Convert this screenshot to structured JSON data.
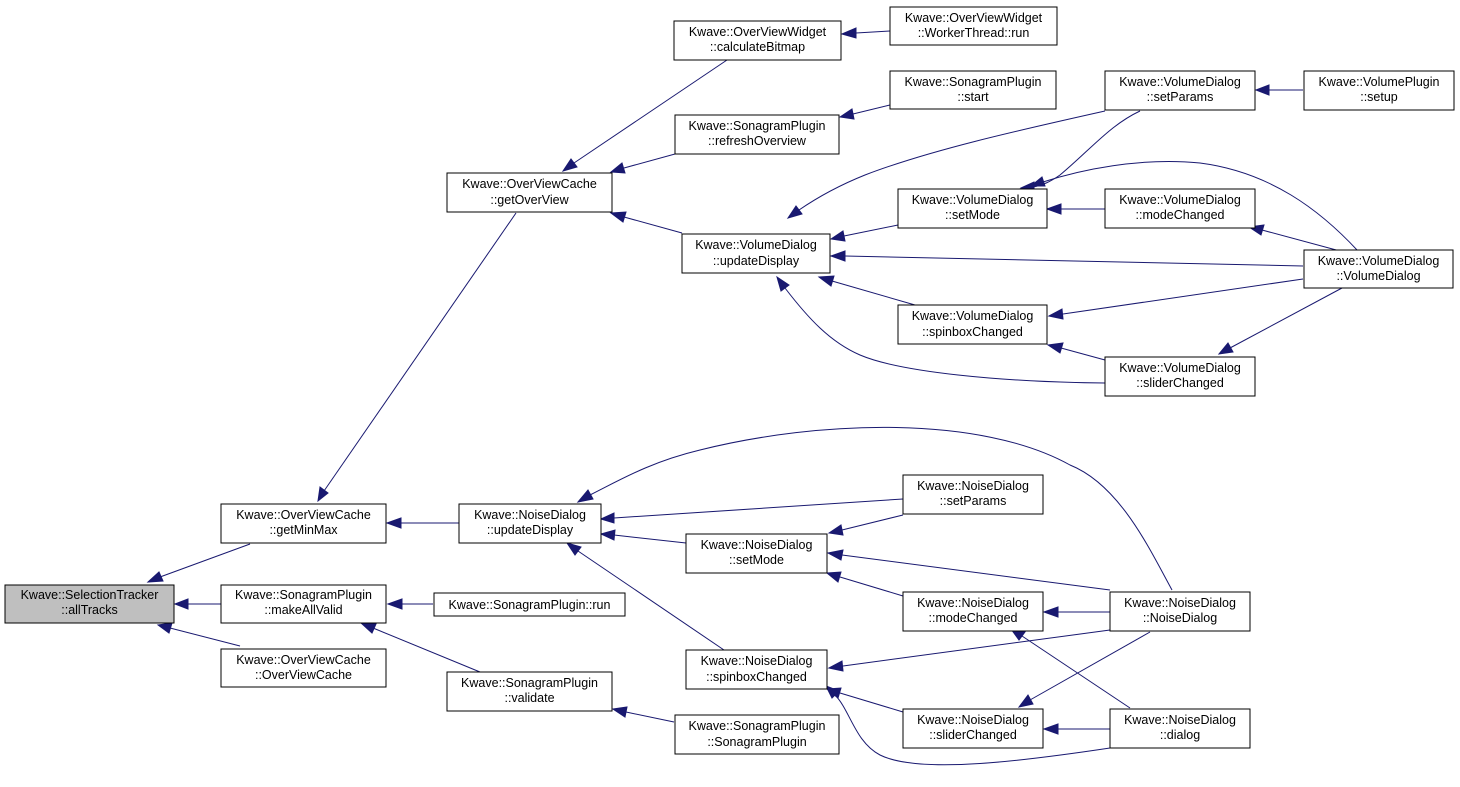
{
  "colors": {
    "edge": "#191970",
    "root_fill": "#bfbfbf",
    "node_fill": "#ffffff"
  },
  "nodes": {
    "n_allTracks": [
      "Kwave::SelectionTracker",
      "::allTracks"
    ],
    "n_getMinMax": [
      "Kwave::OverViewCache",
      "::getMinMax"
    ],
    "n_makeAllValid": [
      "Kwave::SonagramPlugin",
      "::makeAllValid"
    ],
    "n_ovcCtor": [
      "Kwave::OverViewCache",
      "::OverViewCache"
    ],
    "n_getOverView": [
      "Kwave::OverViewCache",
      "::getOverView"
    ],
    "n_noiseUpdateDisplay": [
      "Kwave::NoiseDialog",
      "::updateDisplay"
    ],
    "n_sonRun": [
      "Kwave::SonagramPlugin::run"
    ],
    "n_sonValidate": [
      "Kwave::SonagramPlugin",
      "::validate"
    ],
    "n_calcBitmap": [
      "Kwave::OverViewWidget",
      "::calculateBitmap"
    ],
    "n_refreshOverview": [
      "Kwave::SonagramPlugin",
      "::refreshOverview"
    ],
    "n_volUpdateDisplay": [
      "Kwave::VolumeDialog",
      "::updateDisplay"
    ],
    "n_noiseSetMode": [
      "Kwave::NoiseDialog",
      "::setMode"
    ],
    "n_noiseSpinbox": [
      "Kwave::NoiseDialog",
      "::spinboxChanged"
    ],
    "n_sonCtor": [
      "Kwave::SonagramPlugin",
      "::SonagramPlugin"
    ],
    "n_workerRun": [
      "Kwave::OverViewWidget",
      "::WorkerThread::run"
    ],
    "n_sonStart": [
      "Kwave::SonagramPlugin",
      "::start"
    ],
    "n_volSetMode": [
      "Kwave::VolumeDialog",
      "::setMode"
    ],
    "n_volSpinbox": [
      "Kwave::VolumeDialog",
      "::spinboxChanged"
    ],
    "n_noiseSetParams": [
      "Kwave::NoiseDialog",
      "::setParams"
    ],
    "n_noiseModeChanged": [
      "Kwave::NoiseDialog",
      "::modeChanged"
    ],
    "n_noiseSlider": [
      "Kwave::NoiseDialog",
      "::sliderChanged"
    ],
    "n_volSetParams": [
      "Kwave::VolumeDialog",
      "::setParams"
    ],
    "n_volModeChanged": [
      "Kwave::VolumeDialog",
      "::modeChanged"
    ],
    "n_volSlider": [
      "Kwave::VolumeDialog",
      "::sliderChanged"
    ],
    "n_noiseCtor": [
      "Kwave::NoiseDialog",
      "::NoiseDialog"
    ],
    "n_noiseDialog": [
      "Kwave::NoiseDialog",
      "::dialog"
    ],
    "n_volSetup": [
      "Kwave::VolumePlugin",
      "::setup"
    ],
    "n_volCtor": [
      "Kwave::VolumeDialog",
      "::VolumeDialog"
    ]
  }
}
